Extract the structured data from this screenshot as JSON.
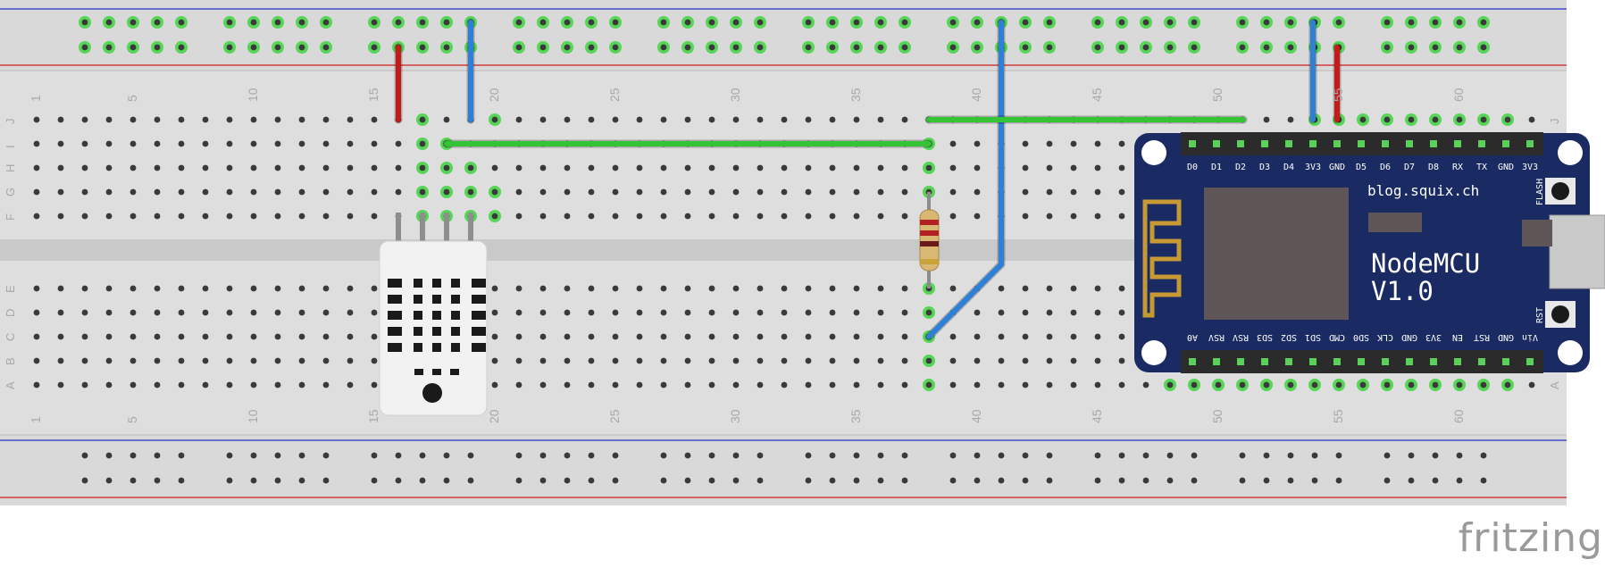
{
  "colors": {
    "board": "#d9d9d9",
    "rail_blue": "#2130c9",
    "rail_red": "#d31f1f",
    "hole": "#3a3a3a",
    "hole_active": "#3fd43f",
    "wire_red": "#c41a1a",
    "wire_blue": "#2d7fd8",
    "wire_green": "#35c435",
    "mcu_board": "#1a2a62",
    "mcu_chip": "#5e5656",
    "antenna": "#c59a35",
    "sensor_body": "#f2f2f2"
  },
  "breadboard": {
    "column_numbers": [
      "1",
      "5",
      "10",
      "15",
      "20",
      "25",
      "30",
      "35",
      "40",
      "45",
      "50",
      "55",
      "60"
    ],
    "top_row_letters": [
      "J",
      "I",
      "H",
      "G",
      "F"
    ],
    "bottom_row_letters": [
      "E",
      "D",
      "C",
      "B",
      "A"
    ]
  },
  "nodemcu": {
    "site": "blog.squix.ch",
    "title_line1": "NodeMCU",
    "title_line2": "V1.0",
    "flash_label": "FLASH",
    "rst_label": "RST",
    "top_pins": [
      "D0",
      "D1",
      "D2",
      "D3",
      "D4",
      "3V3",
      "GND",
      "D5",
      "D6",
      "D7",
      "D8",
      "RX",
      "TX",
      "GND",
      "3V3"
    ],
    "bottom_pins": [
      "A0",
      "RSV",
      "RSV",
      "SD3",
      "SD2",
      "SD1",
      "CMD",
      "SD0",
      "CLK",
      "GND",
      "3V3",
      "EN",
      "RST",
      "GND",
      "Vin"
    ]
  },
  "components": [
    {
      "name": "DHT22 sensor",
      "icon": "dht-sensor-icon"
    },
    {
      "name": "resistor",
      "icon": "resistor-icon"
    },
    {
      "name": "NodeMCU",
      "icon": "nodemcu-board-icon"
    }
  ],
  "watermark": "fritzing"
}
